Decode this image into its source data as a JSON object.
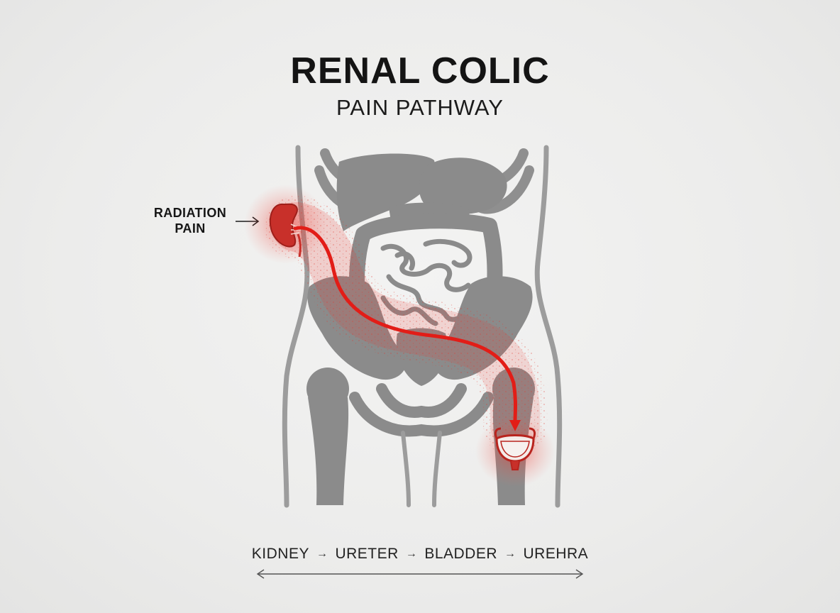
{
  "title": "RENAL COLIC",
  "subtitle": "PAIN PATHWAY",
  "callout": {
    "line1": "RADIATION",
    "line2": "PAIN"
  },
  "pathway": {
    "steps": [
      "KIDNEY",
      "URETER",
      "BLADDER",
      "UREHRA"
    ],
    "separator": "→"
  },
  "colors": {
    "anatomy": "#8b8b8b",
    "pain": "#e02a24",
    "organ": "#c8302a",
    "background": "#ececeb",
    "text": "#141414"
  },
  "icons": [
    "kidney-icon",
    "bladder-icon",
    "pain-pathway-arrow",
    "anatomy-figure"
  ]
}
